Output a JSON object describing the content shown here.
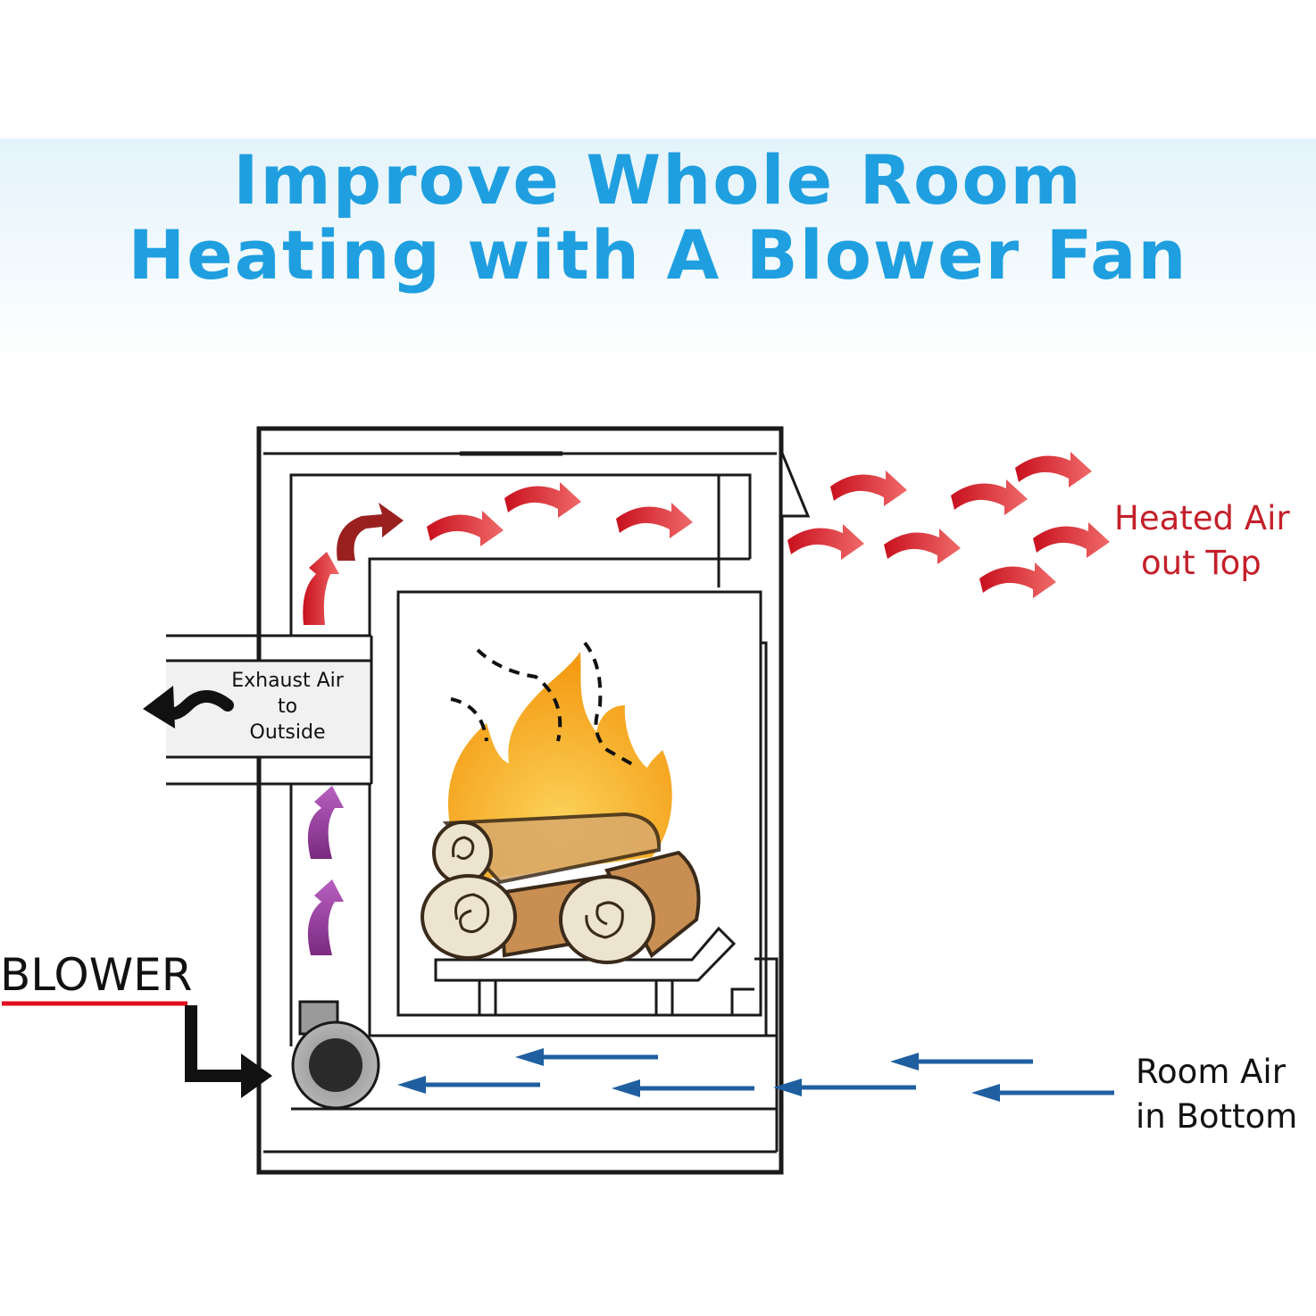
{
  "title": {
    "line1": "Improve Whole Room",
    "line2": "Heating with A Blower Fan"
  },
  "labels": {
    "heated_air_line1": "Heated Air",
    "heated_air_line2": "out Top",
    "room_air_line1": "Room Air",
    "room_air_line2": "in Bottom",
    "exhaust_line1": "Exhaust Air",
    "exhaust_line2": "to",
    "exhaust_line3": "Outside",
    "blower": "BLOWER"
  },
  "colors": {
    "title": "#1f9fe0",
    "heated_arrow": "#d4202a",
    "room_air_arrow": "#1f5fa0",
    "exhaust_rising_arrow": "#8a2a8a",
    "blower_underline": "#e01020",
    "flame": "#f7b51c",
    "log": "#c98f52"
  }
}
